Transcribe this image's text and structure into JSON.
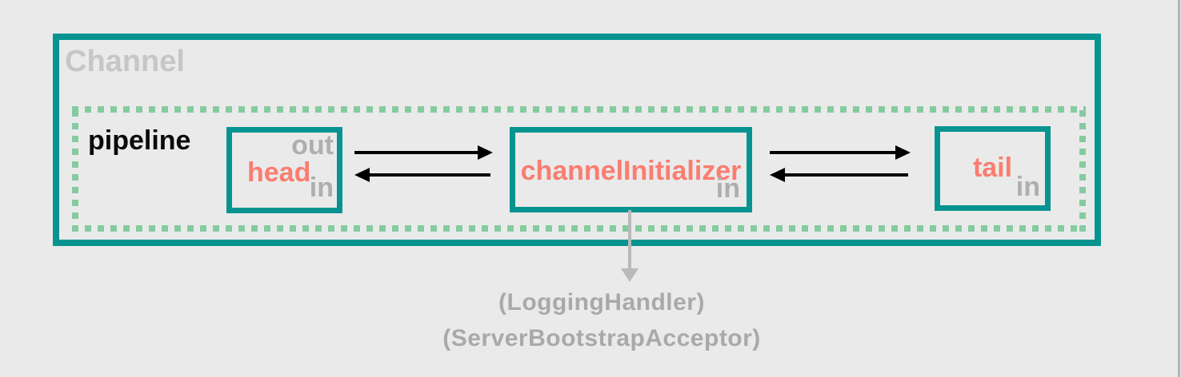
{
  "diagram": {
    "channel": {
      "label": "Channel"
    },
    "pipeline": {
      "label": "pipeline"
    },
    "nodes": {
      "head": {
        "label": "head",
        "out": "out",
        "in": "in"
      },
      "initializer": {
        "label": "channelInitializer",
        "in": "in"
      },
      "tail": {
        "label": "tail",
        "in": "in"
      }
    },
    "captions": {
      "line1": "(LoggingHandler)",
      "line2": "(ServerBootstrapAcceptor)"
    },
    "colors": {
      "background": "#EAEAEA",
      "teal_border": "#079490",
      "dash_green": "#85CBA0",
      "node_text_salmon": "#FA7D70",
      "muted_gray": "#AEAEAE",
      "title_gray": "#C6C6C6",
      "caption_gray": "#A9A9A9",
      "arrow_black": "#000000",
      "arrow_gray": "#B9B9B9"
    }
  }
}
